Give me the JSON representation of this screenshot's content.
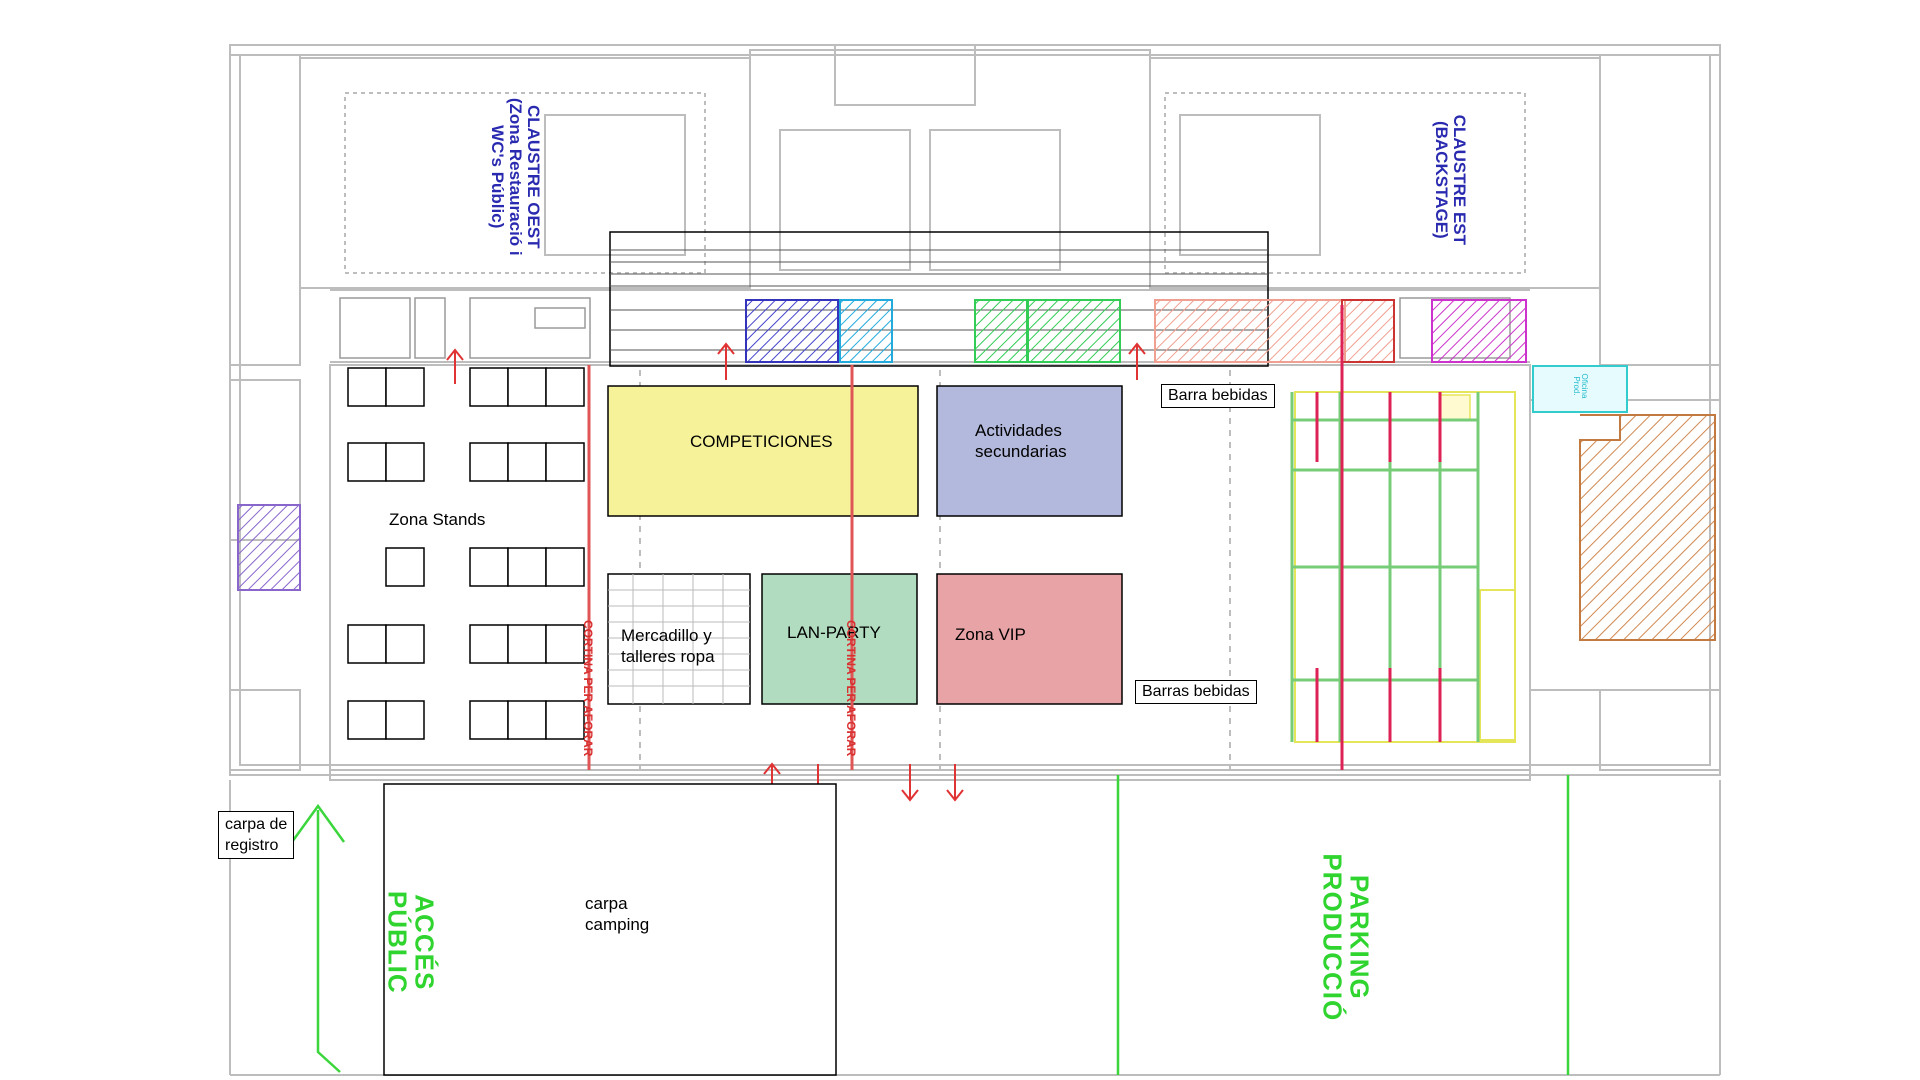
{
  "labels": {
    "claustre_oest": "CLAUSTRE OEST\n(Zona Restauració i\nWC's Públic)",
    "claustre_est": "CLAUSTRE EST\n(BACKSTAGE)",
    "zona_stands": "Zona Stands",
    "competiciones": "COMPETICIONES",
    "actividades": "Actividades\nsecundarias",
    "mercadillo": "Mercadillo y\ntalleres ropa",
    "lan_party": "LAN-PARTY",
    "zona_vip": "Zona VIP",
    "barra_bebidas": "Barra bebidas",
    "barras_bebidas": "Barras bebidas",
    "carpa_registro": "carpa de\nregistro",
    "carpa_camping": "carpa\ncamping",
    "acces_public": "ACCÉS\nPÚBLIC",
    "parking_produccio": "PARKING\nPRODUCCIÓ",
    "cortina_1": "CORTINA PER AFORAR",
    "cortina_2": "CORTINA PER AFORAR",
    "oficina_prod": "Oficina\nProd."
  },
  "colors": {
    "competiciones": "#f6f29a",
    "actividades": "#b3b9dc",
    "lan_party": "#b2dcbf",
    "zona_vip": "#e8a3a6",
    "curtain": "#e05555",
    "green_route": "#3bd63b",
    "claustre_text": "#2a2ab0",
    "floorplan": "#bdbdbd"
  }
}
